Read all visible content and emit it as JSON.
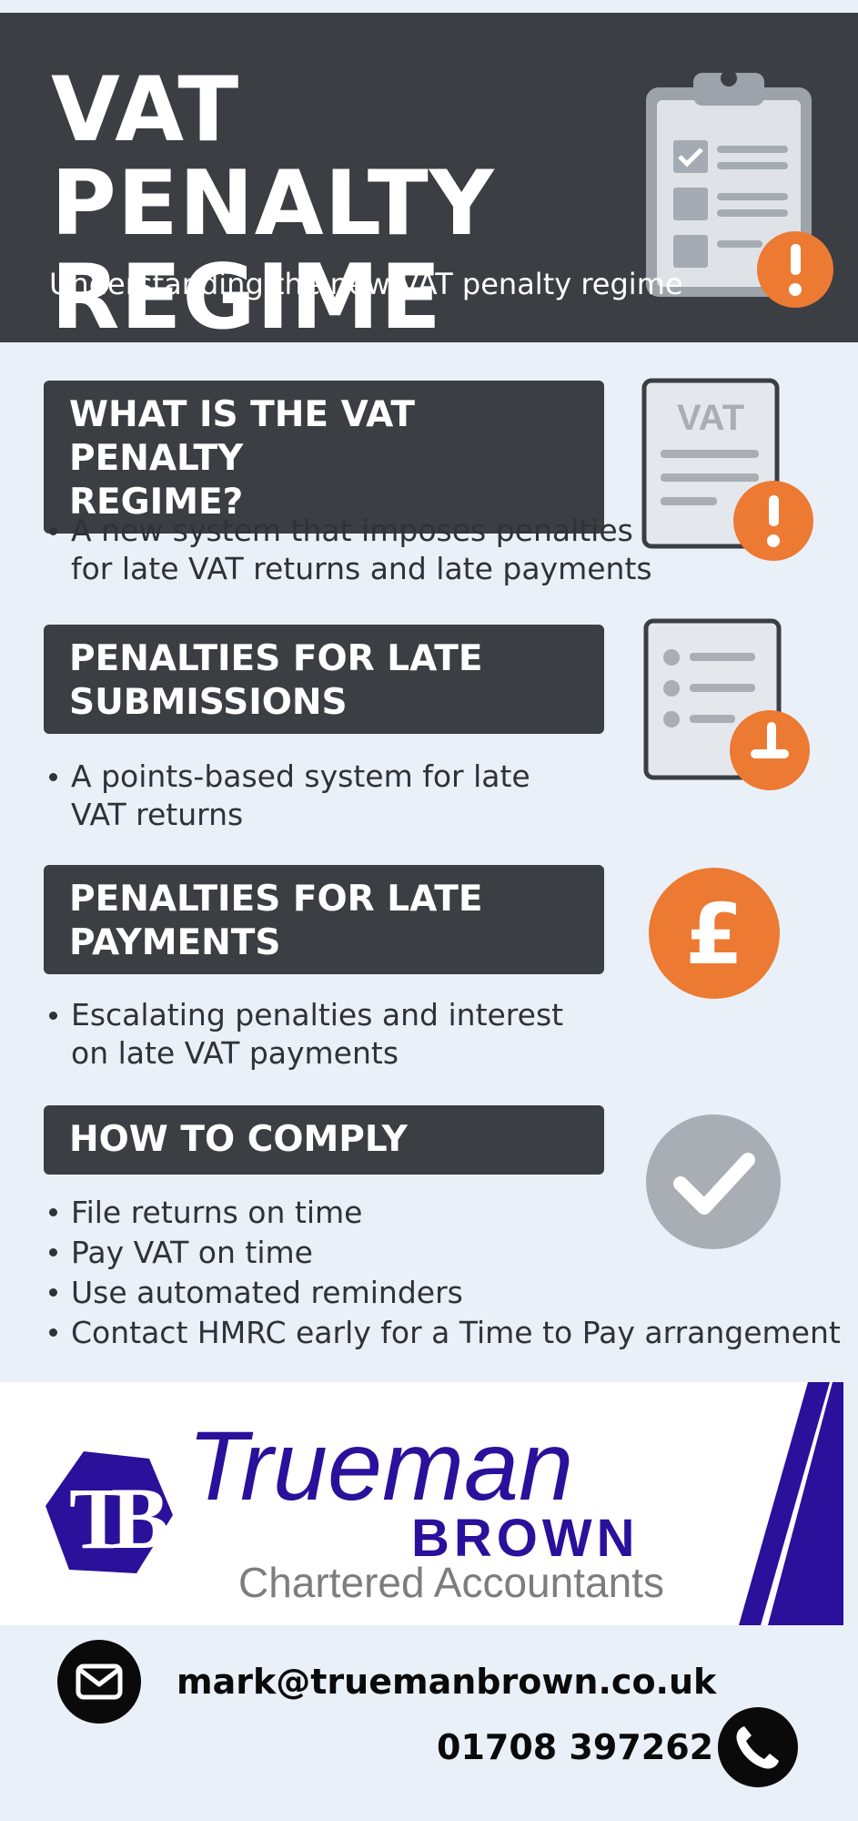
{
  "header": {
    "title_line1": "VAT PENALTY",
    "title_line2": "REGIME",
    "subtitle": "Understanding the new VAT penalty regime"
  },
  "sections": [
    {
      "heading_line1": "WHAT IS THE VAT PENALTY",
      "heading_line2": "REGIME?",
      "icon": "vat-document-alert-icon",
      "icon_text": "VAT",
      "bullets": [
        {
          "line1": "A new system that imposes penalties",
          "line2": "for late VAT returns and late payments"
        }
      ]
    },
    {
      "heading_line1": "PENALTIES FOR LATE",
      "heading_line2": "SUBMISSIONS",
      "icon": "checklist-clock-icon",
      "bullets": [
        {
          "line1": "A points-based system for late",
          "line2": "VAT returns"
        }
      ]
    },
    {
      "heading_line1": "PENALTIES FOR LATE",
      "heading_line2": "PAYMENTS",
      "icon": "pound-coin-icon",
      "icon_text": "£",
      "bullets": [
        {
          "line1": "Escalating penalties and interest",
          "line2": "on late VAT payments"
        }
      ]
    },
    {
      "heading_line1": "HOW TO COMPLY",
      "icon": "checkmark-circle-icon",
      "bullets": [
        "File returns on time",
        "Pay VAT on time",
        "Use automated reminders",
        "Contact HMRC early for a Time to Pay arrangement"
      ]
    }
  ],
  "brand": {
    "monogram": "TB",
    "name": "Trueman",
    "name2": "BROWN",
    "tagline": "Chartered Accountants",
    "color": "#2a109a"
  },
  "contact": {
    "email": "mark@truemanbrown.co.uk",
    "phone": "01708 397262",
    "email_icon": "envelope-icon",
    "phone_icon": "phone-icon"
  },
  "colors": {
    "dark": "#3b3e42",
    "accent": "#ec7a33",
    "background": "#e9f0f8",
    "gray": "#a9aeb4"
  }
}
